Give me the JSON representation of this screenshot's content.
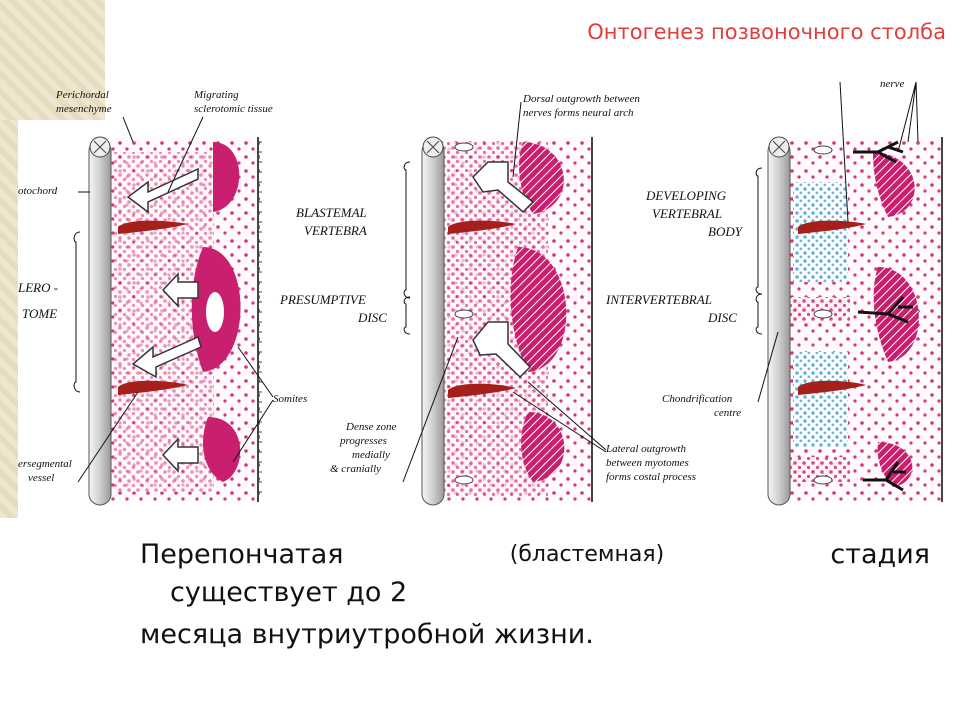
{
  "title": "Онтогенез позвоночного столба",
  "figure": {
    "panel1": {
      "perichordal": [
        "Perichordal",
        "mesenchyme"
      ],
      "migrating": [
        "Migrating",
        "sclerotomic tissue"
      ],
      "notochord": "otochord",
      "sclerotome": [
        "LERO -",
        "TOME"
      ],
      "somites": "Somites",
      "intersegmental": [
        "ersegmental",
        "vessel"
      ]
    },
    "panel2": {
      "dorsal": [
        "Dorsal outgrowth between",
        "nerves forms neural arch"
      ],
      "blastemal": [
        "BLASTEMAL",
        "VERTEBRA"
      ],
      "presumptive": [
        "PRESUMPTIVE",
        "DISC"
      ],
      "dense": [
        "Dense zone",
        "progresses",
        "medially",
        "& cranially"
      ],
      "lateral": [
        "Lateral outgrowth",
        "between myotomes",
        "forms costal process"
      ]
    },
    "panel3": {
      "nerve": "nerve",
      "developing": [
        "DEVELOPING",
        "VERTEBRAL",
        "BODY"
      ],
      "intervertebral": [
        "INTERVERTEBRAL",
        "DISC"
      ],
      "chondrification": [
        "Chondrification",
        "centre"
      ]
    }
  },
  "text": {
    "line1_a": "Перепончатая",
    "line1_b": "(бластемная)",
    "line1_c": "стадия",
    "line2": "существует до 2",
    "line3": "месяца внутриутробной жизни."
  },
  "colors": {
    "title": "#e23c3c",
    "magenta": "#c8206e",
    "pink_dots": "#d4357f",
    "vessel": "#a5201b",
    "blue_dots": "#62b3e0",
    "background_tile": "#efe6cf"
  }
}
